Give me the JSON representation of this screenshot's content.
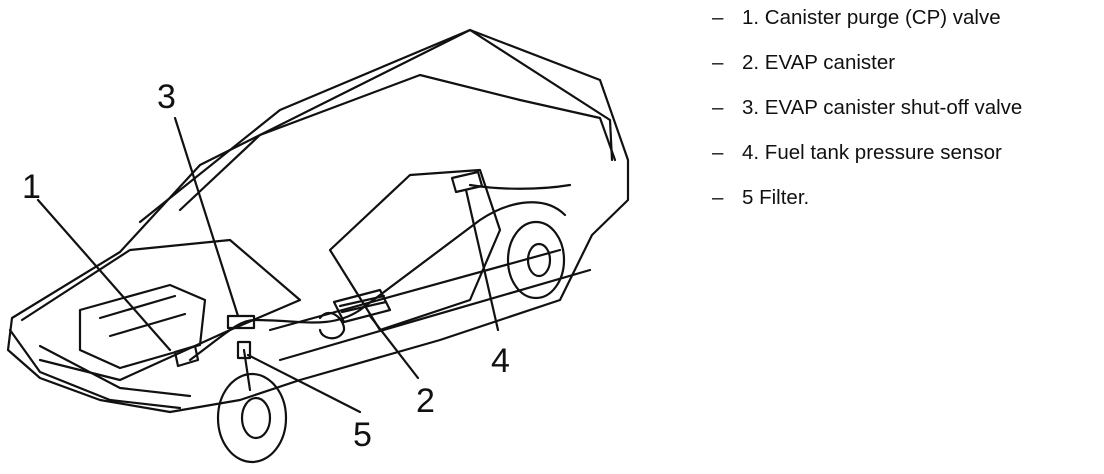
{
  "diagram": {
    "callouts": [
      "1",
      "2",
      "3",
      "4",
      "5"
    ]
  },
  "legend": {
    "bullet": "–",
    "items": [
      "1. Canister purge (CP) valve",
      "2. EVAP canister",
      "3. EVAP canister shut-off valve",
      "4. Fuel tank pressure sensor",
      "5 Filter."
    ]
  }
}
